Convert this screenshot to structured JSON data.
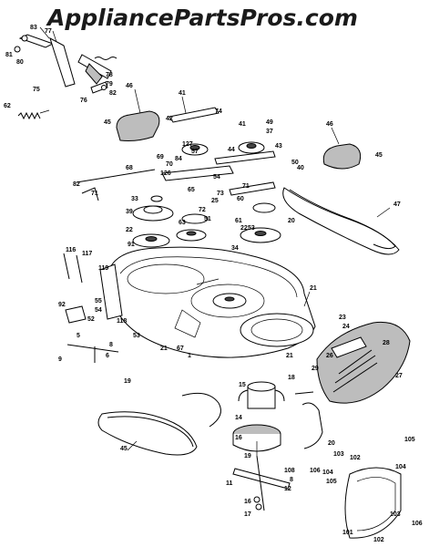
{
  "watermark": "AppliancePartsPros.com",
  "callouts": [
    "83",
    "77",
    "81",
    "80",
    "75",
    "76",
    "78",
    "79",
    "82",
    "62",
    "41",
    "46",
    "45",
    "42",
    "74",
    "49",
    "127",
    "41",
    "37",
    "44",
    "43",
    "50",
    "126",
    "69",
    "70",
    "68",
    "84",
    "57",
    "65",
    "54",
    "40",
    "82",
    "71",
    "33",
    "39",
    "22",
    "91",
    "60",
    "25",
    "73",
    "71",
    "72",
    "51",
    "63",
    "61",
    "22",
    "53",
    "20",
    "34",
    "47",
    "46",
    "45",
    "116",
    "117",
    "119",
    "118",
    "21",
    "1",
    "92",
    "55",
    "54",
    "52",
    "9",
    "8",
    "6",
    "19",
    "5",
    "53",
    "21",
    "67",
    "21",
    "23",
    "24",
    "26",
    "28",
    "27",
    "29",
    "18",
    "15",
    "14",
    "16",
    "20",
    "45",
    "19",
    "102",
    "103",
    "105",
    "104",
    "106",
    "108",
    "8",
    "11",
    "12",
    "16",
    "17",
    "101",
    "102",
    "103",
    "104",
    "105",
    "106"
  ]
}
